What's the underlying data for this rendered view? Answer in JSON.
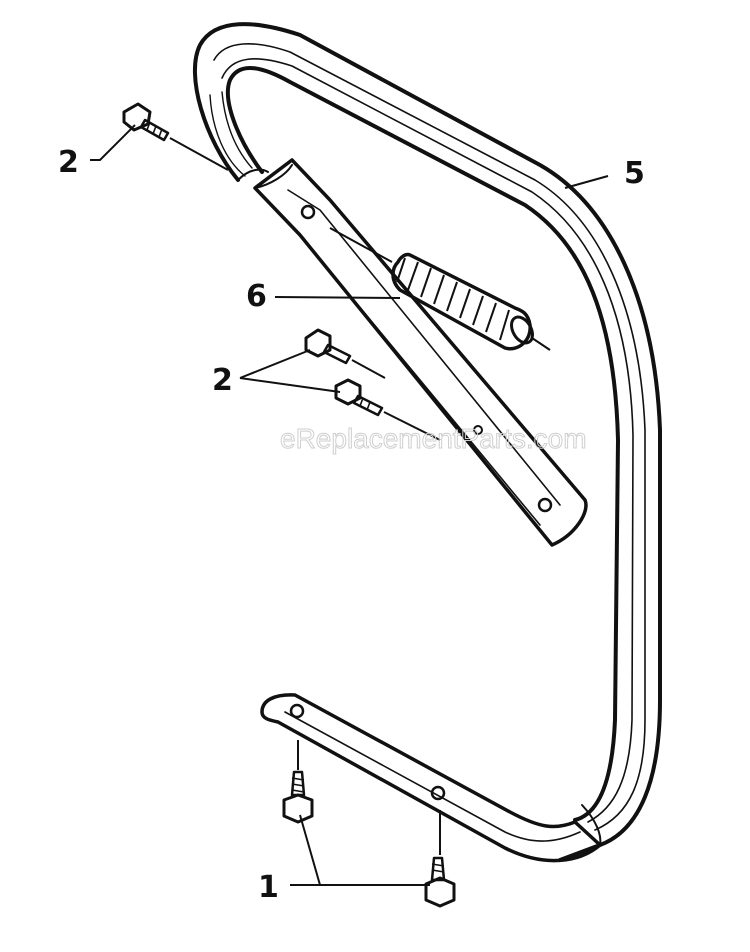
{
  "callouts": {
    "c1": "1",
    "c2a": "2",
    "c2b": "2",
    "c5": "5",
    "c6": "6"
  },
  "watermark": "eReplacementParts.com",
  "colors": {
    "ink": "#111111",
    "watermark": "#cfcfcf"
  }
}
